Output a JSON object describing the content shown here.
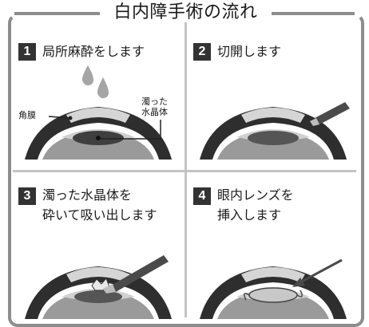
{
  "title": "白内障手術の流れ",
  "steps": [
    {
      "number": "1",
      "label": "局所麻酔をします"
    },
    {
      "number": "2",
      "label": "切開します"
    },
    {
      "number": "3",
      "label_line1": "濁った水晶体を",
      "label_line2": "砕いて吸い出します"
    },
    {
      "number": "4",
      "label_line1": "眼内レンズを",
      "label_line2": "挿入します"
    }
  ],
  "annotations": {
    "cornea": "角膜",
    "lens_line1": "濁った",
    "lens_line2": "水晶体"
  },
  "colors": {
    "frame": "#8d8d8d",
    "step_box": "#333333",
    "eye_dark": "#3a3a3a",
    "eye_gray": "#9a9a9a",
    "cornea": "#d5d5d5",
    "lens_dark": "#555555"
  }
}
